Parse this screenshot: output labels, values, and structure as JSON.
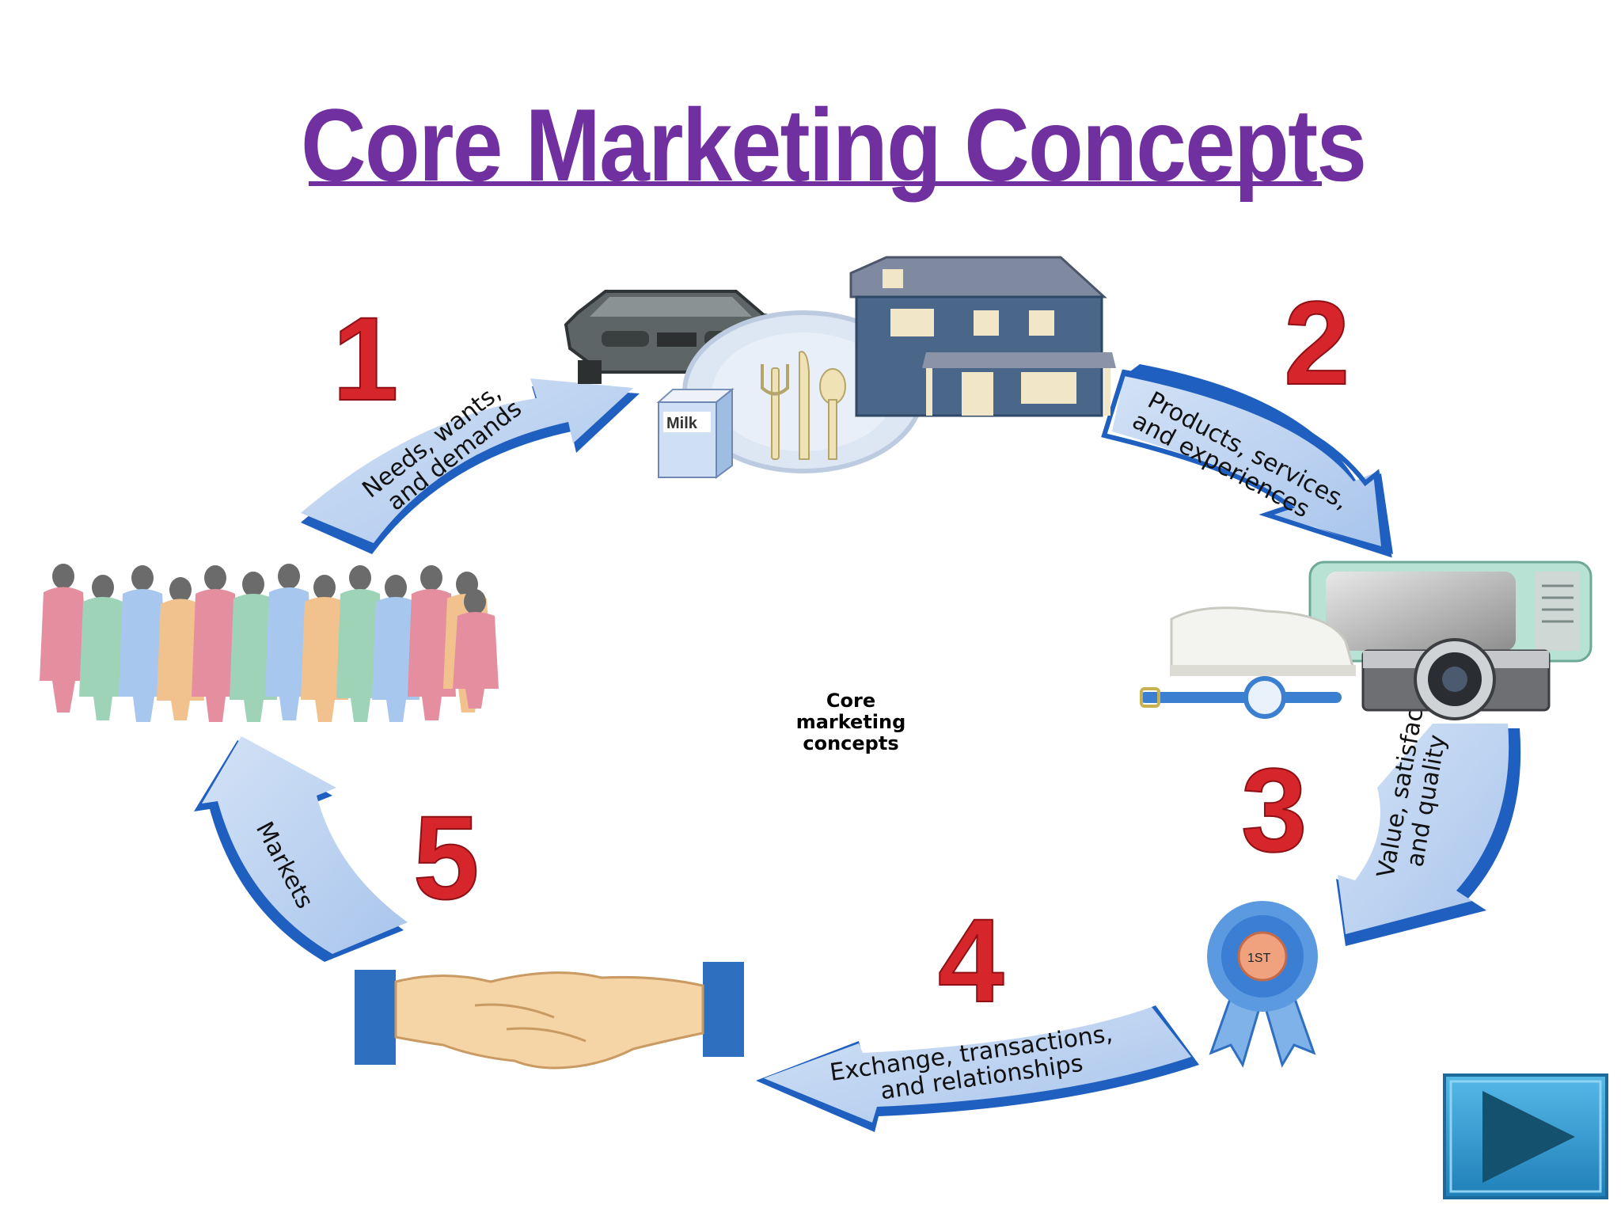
{
  "title": "Core Marketing Concepts",
  "center": {
    "line1": "Core",
    "line2": "marketing",
    "line3": "concepts"
  },
  "steps": [
    {
      "number": "1",
      "label_line1": "Needs, wants,",
      "label_line2": "and demands"
    },
    {
      "number": "2",
      "label_line1": "Products, services,",
      "label_line2": "and experiences"
    },
    {
      "number": "3",
      "label_line1": "Value, satisfaction,",
      "label_line2": "and quality"
    },
    {
      "number": "4",
      "label_line1": "Exchange, transactions,",
      "label_line2": "and relationships"
    },
    {
      "number": "5",
      "label_line1": "Markets",
      "label_line2": ""
    }
  ],
  "icons": {
    "milk_label": "Milk",
    "ribbon_label": "1ST"
  },
  "colors": {
    "title": "#7030a0",
    "arrow_fill": "#b7cfee",
    "arrow_edge": "#1f5fbf",
    "number": "#d7262b",
    "next_button": "#2f97cf"
  }
}
